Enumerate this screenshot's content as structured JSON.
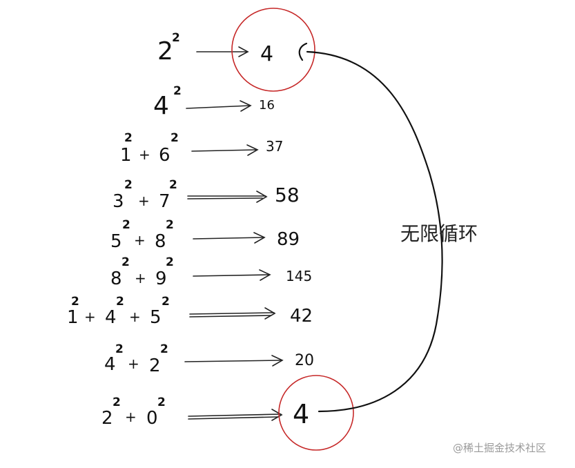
{
  "rows": [
    {
      "terms": [
        {
          "base": "2",
          "exp": "2"
        }
      ],
      "result": "4"
    },
    {
      "terms": [
        {
          "base": "4",
          "exp": "2"
        }
      ],
      "result": "16"
    },
    {
      "terms": [
        {
          "base": "1",
          "exp": "2"
        },
        {
          "base": "6",
          "exp": "2"
        }
      ],
      "result": "37"
    },
    {
      "terms": [
        {
          "base": "3",
          "exp": "2"
        },
        {
          "base": "7",
          "exp": "2"
        }
      ],
      "result": "58"
    },
    {
      "terms": [
        {
          "base": "5",
          "exp": "2"
        },
        {
          "base": "8",
          "exp": "2"
        }
      ],
      "result": "89"
    },
    {
      "terms": [
        {
          "base": "8",
          "exp": "2"
        },
        {
          "base": "9",
          "exp": "2"
        }
      ],
      "result": "145"
    },
    {
      "terms": [
        {
          "base": "1",
          "exp": "2"
        },
        {
          "base": "4",
          "exp": "2"
        },
        {
          "base": "5",
          "exp": "2"
        }
      ],
      "result": "42"
    },
    {
      "terms": [
        {
          "base": "4",
          "exp": "2"
        },
        {
          "base": "2",
          "exp": "2"
        }
      ],
      "result": "20"
    },
    {
      "terms": [
        {
          "base": "2",
          "exp": "2"
        },
        {
          "base": "0",
          "exp": "2"
        }
      ],
      "result": "4"
    }
  ],
  "plus_sign": "+",
  "loop_label": "无限循环",
  "watermark": "@稀土掘金技术社区",
  "colors": {
    "circle": "#c62828",
    "ink": "#111111",
    "watermark": "#9a9a9a"
  }
}
